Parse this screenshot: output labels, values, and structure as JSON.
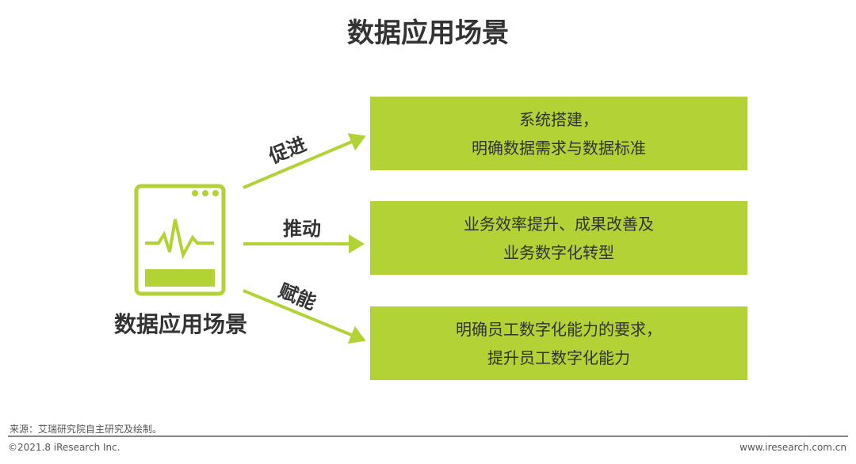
{
  "title": "数据应用场景",
  "center_label": "数据应用场景",
  "colors": {
    "accent": "#b2d235",
    "text": "#333333"
  },
  "arrows": [
    {
      "label": "促进"
    },
    {
      "label": "推动"
    },
    {
      "label": "赋能"
    }
  ],
  "boxes": [
    {
      "line1": "系统搭建，",
      "line2": "明确数据需求与数据标准"
    },
    {
      "line1": "业务效率提升、成果改善及",
      "line2": "业务数字化转型"
    },
    {
      "line1": "明确员工数字化能力的要求，",
      "line2": "提升员工数字化能力"
    }
  ],
  "footer": {
    "source": "来源：艾瑞研究院自主研究及绘制。",
    "copyright": "©2021.8 iResearch Inc.",
    "url": "www.iresearch.com.cn"
  }
}
